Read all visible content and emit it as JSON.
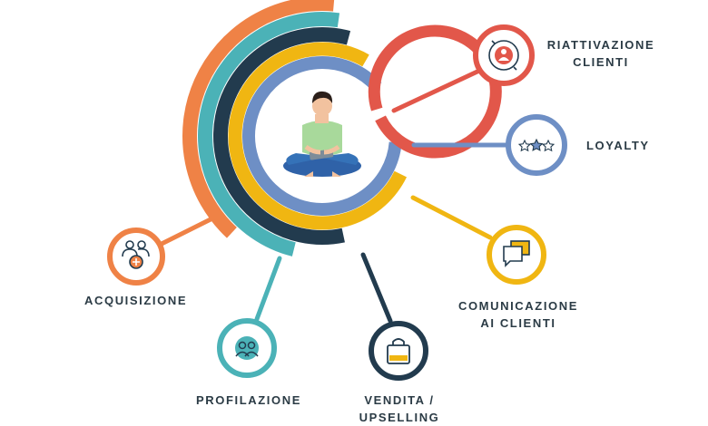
{
  "colors": {
    "orange": "#ef8246",
    "teal": "#4bb2b7",
    "navy": "#223b4e",
    "yellow": "#f0b612",
    "blue": "#6e8fc5",
    "red": "#e2574a",
    "text": "#2b3b45"
  },
  "nodes": {
    "acquisizione": {
      "label": "ACQUISIZIONE",
      "icon": "users-plus-icon"
    },
    "profilazione": {
      "label": "PROFILAZIONE",
      "icon": "profile-group-icon"
    },
    "vendita": {
      "label_line1": "VENDITA /",
      "label_line2": "UPSELLING",
      "icon": "shopping-bag-icon"
    },
    "comunicazione": {
      "label_line1": "COMUNICAZIONE",
      "label_line2": "AI CLIENTI",
      "icon": "chat-bubbles-icon"
    },
    "loyalty": {
      "label": "LOYALTY",
      "icon": "stars-icon"
    },
    "riattivazione": {
      "label_line1": "RIATTIVAZIONE",
      "label_line2": "CLIENTI",
      "icon": "reactivate-user-icon"
    }
  },
  "center_illustration": "person-with-tablet-icon"
}
